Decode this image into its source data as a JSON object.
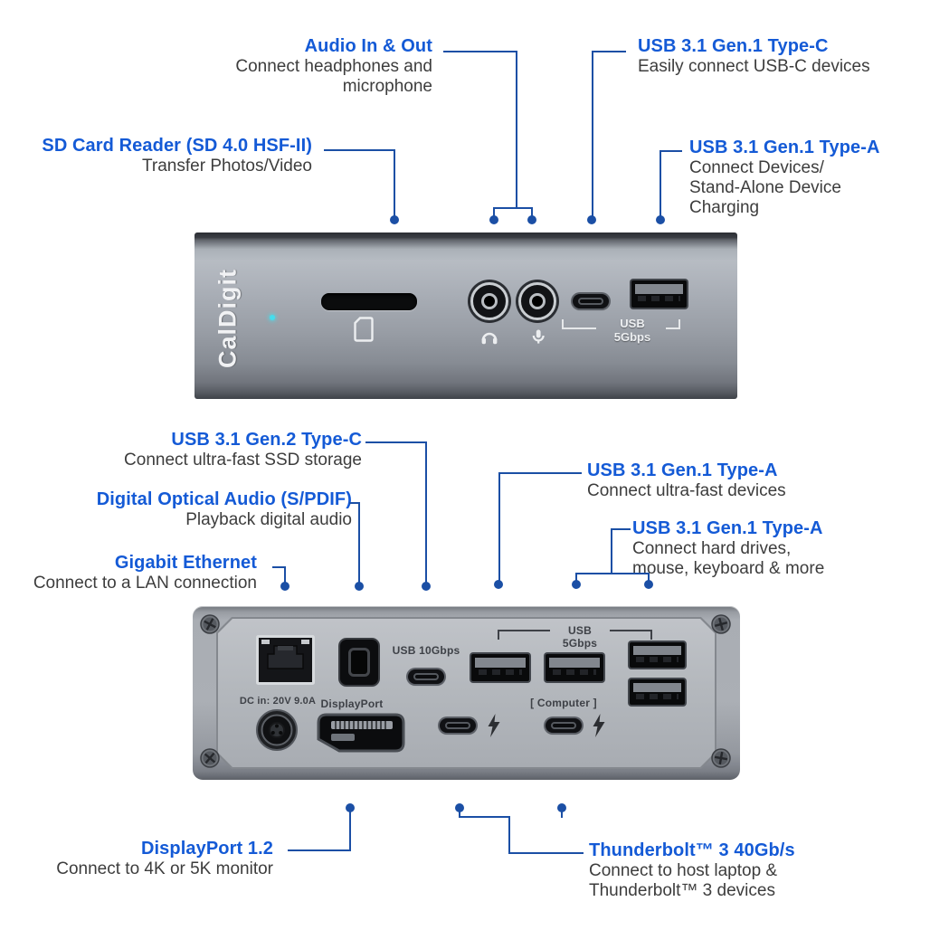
{
  "colors": {
    "title_blue": "#145ad6",
    "leader_blue": "#1b4fa5",
    "body_text": "#3d3d3d",
    "led_cyan": "#45dded"
  },
  "callouts": [
    {
      "id": "audio-in-out",
      "title": "Audio In & Out",
      "desc": "Connect headphones and\nmicrophone"
    },
    {
      "id": "usb31-gen1-typec-front",
      "title": "USB 3.1 Gen.1 Type-C",
      "desc": "Easily connect USB-C devices"
    },
    {
      "id": "sd-card-reader",
      "title": "SD Card Reader (SD 4.0 HSF-II)",
      "desc": "Transfer Photos/Video"
    },
    {
      "id": "usb31-gen1-typea-front",
      "title": "USB 3.1 Gen.1 Type-A",
      "desc": "Connect Devices/\nStand-Alone Device\nCharging"
    },
    {
      "id": "usb31-gen2-typec-back",
      "title": "USB 3.1 Gen.2 Type-C",
      "desc": "Connect ultra-fast SSD storage"
    },
    {
      "id": "digital-optical-audio",
      "title": "Digital Optical Audio (S/PDIF)",
      "desc": "Playback digital audio"
    },
    {
      "id": "gigabit-ethernet",
      "title": "Gigabit Ethernet",
      "desc": "Connect to a LAN connection"
    },
    {
      "id": "usb31-gen1-typea-back-1",
      "title": "USB 3.1 Gen.1 Type-A",
      "desc": "Connect ultra-fast devices"
    },
    {
      "id": "usb31-gen1-typea-back-2",
      "title": "USB 3.1 Gen.1 Type-A",
      "desc": "Connect hard drives,\nmouse, keyboard & more"
    },
    {
      "id": "displayport-12",
      "title": "DisplayPort 1.2",
      "desc": "Connect to 4K or 5K monitor"
    },
    {
      "id": "thunderbolt-3",
      "title": "Thunderbolt™ 3 40Gb/s",
      "desc": "Connect to host laptop &\nThunderbolt™ 3 devices"
    }
  ],
  "front_dock": {
    "brand": "CalDigit",
    "usb5_label": "USB 5Gbps"
  },
  "back_dock": {
    "usb10_label": "USB 10Gbps",
    "usb5_label": "USB 5Gbps",
    "dc_label": "DC in: 20V 9.0A",
    "displayport_label": "DisplayPort",
    "computer_label": "[ Computer ]"
  },
  "icons": {
    "headphone_icon": "headphones glyph on front panel",
    "mic_icon": "microphone glyph on front panel",
    "lightning_icon": "thunderbolt bolt glyph (x2) on back panel",
    "sd_card_icon": "sd card outline below slot"
  }
}
